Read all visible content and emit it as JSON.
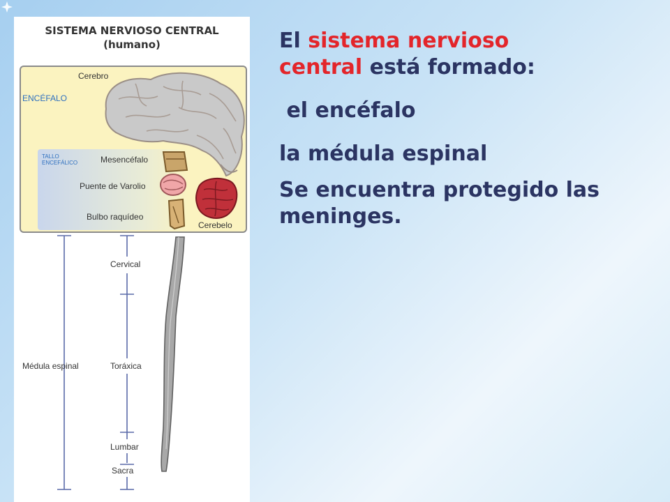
{
  "figure": {
    "title_line1": "SISTEMA NERVIOSO CENTRAL",
    "title_line2": "(humano)",
    "labels": {
      "cerebro": "Cerebro",
      "encefalo": "ENCÉFALO",
      "tallo_line1": "TALLO",
      "tallo_line2": "ENCEFÁLICO",
      "mesencefalo": "Mesencéfalo",
      "puente": "Puente de Varolio",
      "bulbo": "Bulbo raquídeo",
      "cerebelo": "Cerebelo",
      "cervical": "Cervical",
      "medula": "Médula espinal",
      "toraxica": "Toráxica",
      "lumbar": "Lumbar",
      "sacra": "Sacra"
    }
  },
  "text": {
    "line1_prefix": "El ",
    "line1_highlight": "sistema nervioso",
    "line2_highlight": "central",
    "line2_suffix": " está formado:",
    "item1": " el encéfalo",
    "item2": "la médula espinal",
    "closing": "Se encuentra protegido las meninges."
  },
  "colors": {
    "heading_text": "#2b3462",
    "highlight_red": "#e3252a",
    "encefalo_box": "#fbf3c0",
    "label_blue": "#2d6fbf"
  }
}
